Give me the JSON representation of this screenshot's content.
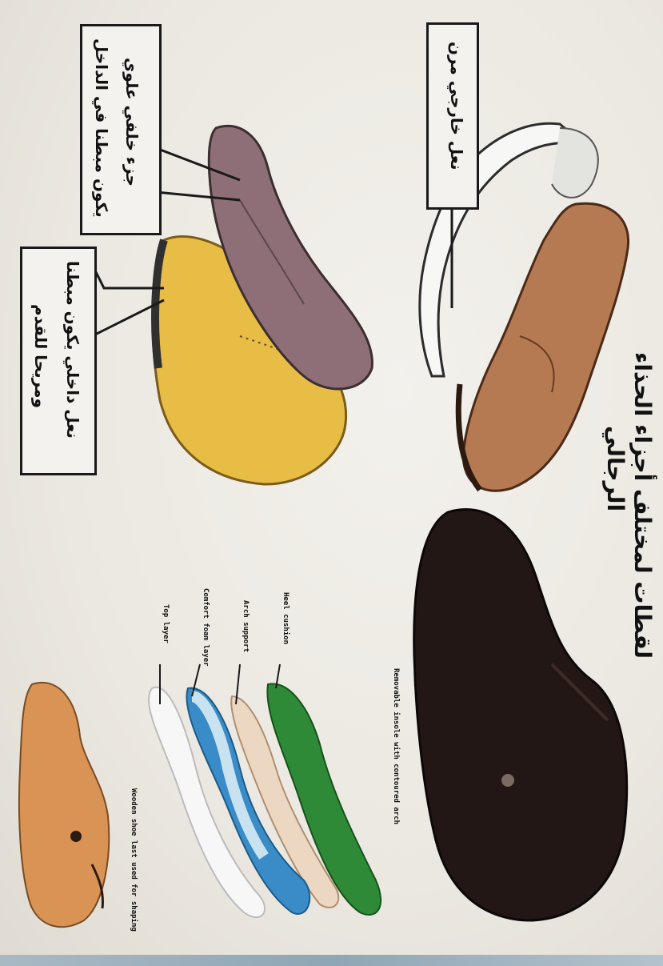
{
  "heading": {
    "line1": "لقطات لمختلف أجزاء الحذاء",
    "line2": "الرجالي"
  },
  "callouts": {
    "top_left": {
      "line1": "جزء خلفي علوي",
      "line2": "يكون مبطنا في الداخل"
    },
    "middle_left": {
      "line1": "نعل داخلي يكون مبطنا",
      "line2": "ومريحا للقدم"
    },
    "top_right": {
      "line1": "نعل خارجي مرن"
    }
  },
  "insole_labels": {
    "label_1": "Top layer",
    "label_2": "Comfort foam layer",
    "label_3": "Arch support",
    "label_4": "Heel cushion",
    "label_5": "Removable insole with contoured arch"
  },
  "last_label": "Wooden shoe last used for shaping",
  "colors": {
    "background": "#ebe8e1",
    "callout_border": "#1a1a1a",
    "yellow_upper": "#e7bd45",
    "purple_upper": "#8e6f78",
    "brown_shoe": "#b57a52",
    "black_shoe": "#231716",
    "green_insole": "#2f8a38",
    "blue_insole": "#3a8cc8",
    "wood_last": "#d99455"
  }
}
